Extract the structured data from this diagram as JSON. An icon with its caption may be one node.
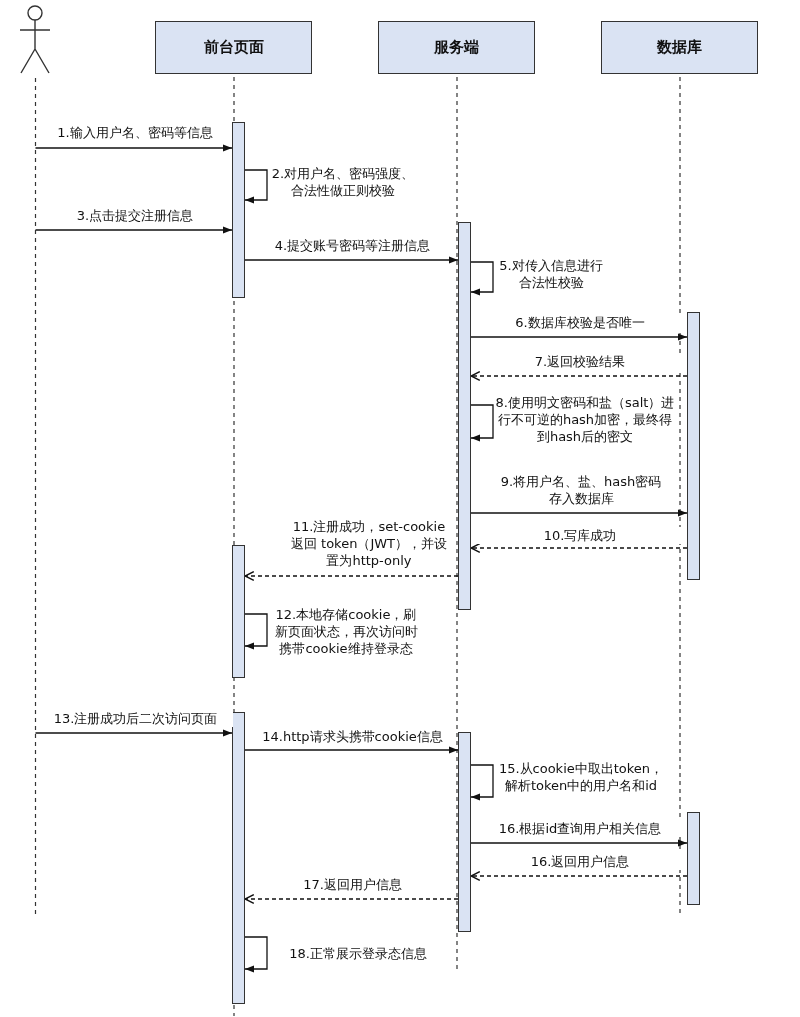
{
  "diagram": {
    "nodes": [
      {
        "text": [],
        "shape": "person"
      },
      {
        "text": [
          "前台页面"
        ]
      },
      {
        "text": [
          "服务端"
        ]
      },
      {
        "text": [
          "数据库"
        ]
      },
      {
        "text": [],
        "shape": "bar"
      },
      {
        "text": [],
        "shape": "bar"
      },
      {
        "text": [],
        "shape": "bar"
      },
      {
        "text": [],
        "shape": "bar"
      },
      {
        "text": [],
        "shape": "bar"
      },
      {
        "text": [],
        "shape": "bar"
      },
      {
        "text": [],
        "shape": "bar"
      }
    ],
    "edges": [
      {
        "from": 0,
        "to": 4,
        "arrow": "to",
        "label": "1.输入用户名、密码等信息"
      },
      {
        "from": 4,
        "to": 4,
        "arrow": "to",
        "label": "2.对用户名、密码强度、合法性做正则校验"
      },
      {
        "from": 0,
        "to": 4,
        "arrow": "to",
        "label": "3.点击提交注册信息"
      },
      {
        "from": 4,
        "to": 5,
        "arrow": "to",
        "label": "4.提交账号密码等注册信息"
      },
      {
        "from": 5,
        "to": 5,
        "arrow": "to",
        "label": "5.对传入信息进行合法性校验"
      },
      {
        "from": 5,
        "to": 6,
        "arrow": "to",
        "label": "6.数据库校验是否唯一"
      },
      {
        "from": 6,
        "to": 5,
        "arrow": "to",
        "label": "7.返回校验结果",
        "style": "dashed"
      },
      {
        "from": 5,
        "to": 5,
        "arrow": "to",
        "label": "8.使用明文密码和盐（salt）进行不可逆的hash加密，最终得到hash后的密文"
      },
      {
        "from": 5,
        "to": 6,
        "arrow": "to",
        "label": "9.将用户名、盐、hash密码存入数据库"
      },
      {
        "from": 6,
        "to": 5,
        "arrow": "to",
        "label": "10.写库成功",
        "style": "dashed"
      },
      {
        "from": 5,
        "to": 7,
        "arrow": "to",
        "label": "11.注册成功，set-cookie返回 token（JWT），并设置为http-only",
        "style": "dashed"
      },
      {
        "from": 7,
        "to": 7,
        "arrow": "to",
        "label": "12.本地存储cookie，刷新页面状态，再次访问时携带cookie维持登录态"
      },
      {
        "from": 0,
        "to": 8,
        "arrow": "to",
        "label": "13.注册成功后二次访问页面"
      },
      {
        "from": 8,
        "to": 9,
        "arrow": "to",
        "label": "14.http请求头携带cookie信息"
      },
      {
        "from": 9,
        "to": 9,
        "arrow": "to",
        "label": "15.从cookie中取出token，解析token中的用户名和id"
      },
      {
        "from": 9,
        "to": 10,
        "arrow": "to",
        "label": "16.根据id查询用户相关信息"
      },
      {
        "from": 10,
        "to": 9,
        "arrow": "to",
        "label": "16.返回用户信息",
        "style": "dashed"
      },
      {
        "from": 9,
        "to": 8,
        "arrow": "to",
        "label": "17.返回用户信息",
        "style": "dashed"
      },
      {
        "from": 8,
        "to": 8,
        "arrow": "to",
        "label": "18.正常展示登录态信息"
      }
    ]
  }
}
